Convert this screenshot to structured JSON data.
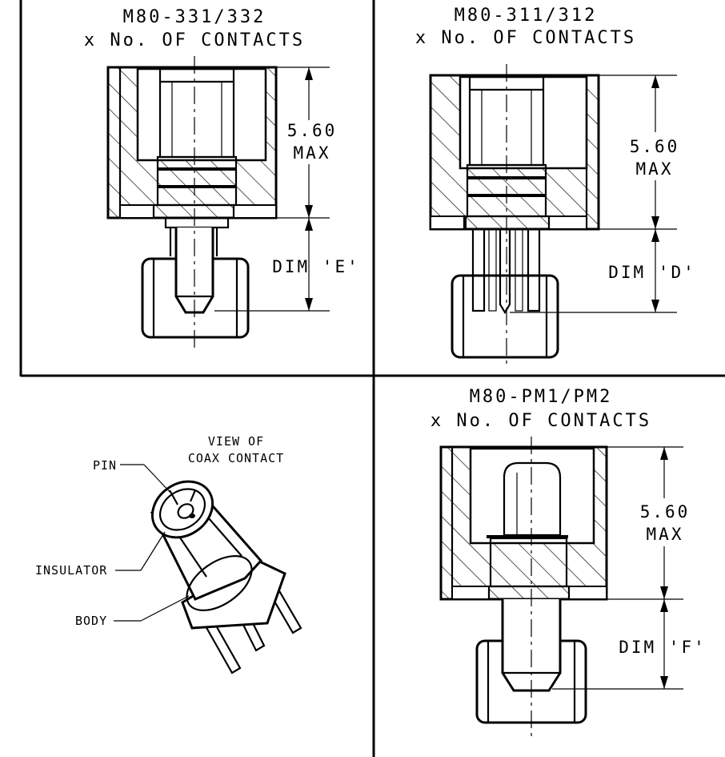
{
  "panels": {
    "top_left": {
      "title1": "M80-331/332",
      "title2": "x No. OF CONTACTS",
      "dim_value": "5.60",
      "dim_max": "MAX",
      "dim_label": "DIM 'E'"
    },
    "top_right": {
      "title1": "M80-311/312",
      "title2": "x No. OF CONTACTS",
      "dim_value": "5.60",
      "dim_max": "MAX",
      "dim_label": "DIM 'D'"
    },
    "bottom_left": {
      "view_line1": "VIEW OF",
      "view_line2": "COAX CONTACT",
      "callout_pin": "PIN",
      "callout_insulator": "INSULATOR",
      "callout_body": "BODY"
    },
    "bottom_right": {
      "title1": "M80-PM1/PM2",
      "title2": "x No. OF CONTACTS",
      "dim_value": "5.60",
      "dim_max": "MAX",
      "dim_label": "DIM 'F'"
    }
  }
}
